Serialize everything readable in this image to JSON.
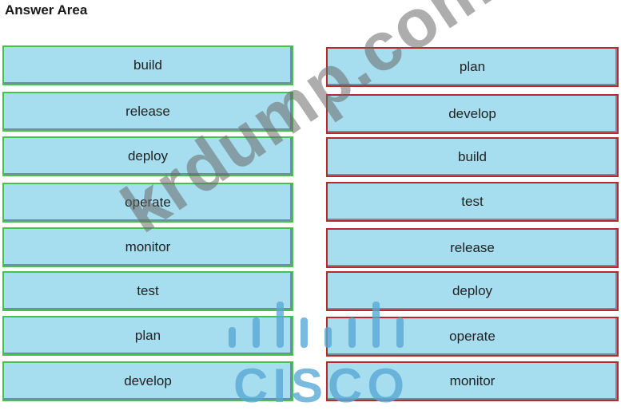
{
  "header": {
    "title": "Answer Area"
  },
  "left_column": [
    "build",
    "release",
    "deploy",
    "operate",
    "monitor",
    "test",
    "plan",
    "develop"
  ],
  "right_column": [
    "plan",
    "develop",
    "build",
    "test",
    "release",
    "deploy",
    "operate",
    "monitor"
  ],
  "watermark": {
    "text": "krdump.com",
    "logo_text": "CISCO"
  },
  "colors": {
    "tile_fill": "#a6def0",
    "left_border": "#46c24b",
    "right_border": "#b8282c",
    "logo": "#5aa9d6"
  }
}
